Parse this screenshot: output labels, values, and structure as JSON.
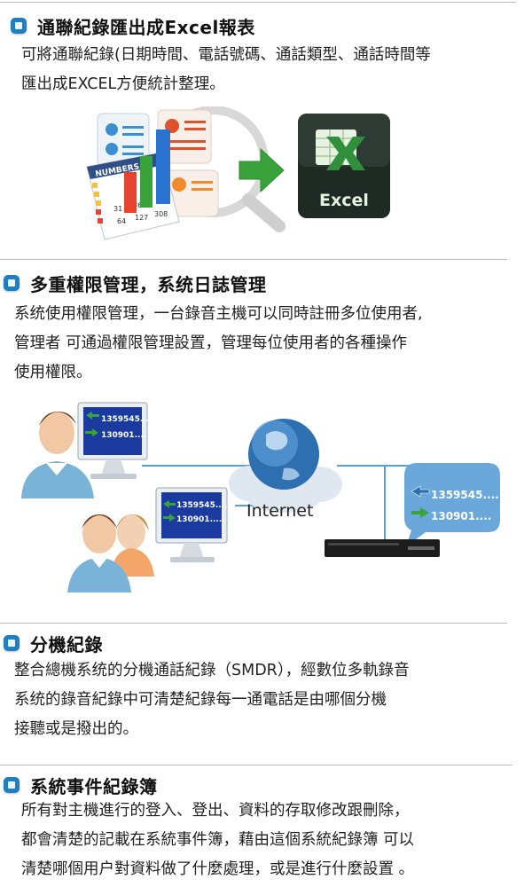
{
  "sections": [
    {
      "title": "通聯紀錄匯出成Excel報表",
      "lines": [
        "可將通聯紀錄(日期時間、電話號碼、通話類型、通話時間等",
        "匯出成EXCEL方便統計整理。"
      ]
    },
    {
      "title": "多重權限管理，系统日誌管理",
      "lines": [
        "系统使用權限管理，一台錄音主機可以同時註冊多位使用者,",
        "管理者 可通過權限管理設置，管理每位使用者的各種操作",
        "使用權限。"
      ]
    },
    {
      "title": "分機紀錄",
      "lines": [
        "整合總機系统的分機通話紀錄（SMDR），經數位多軌錄音",
        "系统的錄音紀錄中可清楚紀錄每一通電話是由哪個分機",
        "接聽或是撥出的。"
      ]
    },
    {
      "title": "系統事件紀錄簿",
      "lines": [
        "所有對主機進行的登入、登出、資料的存取修改跟刪除，",
        "都會清楚的記載在系統事件簿，藉由這個系統紀錄簿 可以",
        "清楚哪個用户對資料做了什麼處理，或是進行什麼設置 。"
      ]
    }
  ],
  "excel_illustration": {
    "excel_tile_label": "Excel",
    "spreadsheet_label": "NUMBERS",
    "spreadsheet_cells": [
      "31",
      "36",
      "64",
      "127",
      "308"
    ],
    "arrow_color": "#3aa23a"
  },
  "network_illustration": {
    "screen_1_lines": [
      "1359545....",
      "130901...."
    ],
    "screen_2_lines": [
      "1359545....",
      "130901...."
    ],
    "bubble_lines": [
      "1359545....",
      "130901...."
    ],
    "internet_label": "Internet",
    "link_color": "#5aa0d8"
  },
  "colors": {
    "accent": "#1f7fc0",
    "rule": "#bdbdbd"
  }
}
